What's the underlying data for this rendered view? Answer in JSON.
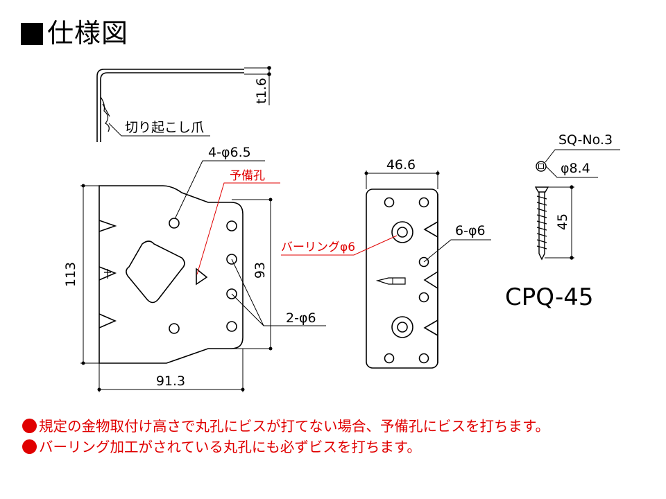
{
  "title": "仕様図",
  "side_view": {
    "thickness": "t1.6",
    "claw_label": "切り起こし爪"
  },
  "front_view": {
    "holes_label": "4-φ6.5",
    "spare_hole_label": "予備孔",
    "height_dim": "113",
    "hole_pitch_dim": "93",
    "small_holes_label": "2-φ6",
    "width_dim": "91.3"
  },
  "other_view": {
    "width_dim": "46.6",
    "burring_label": "バーリングφ6",
    "holes_label": "6-φ6"
  },
  "screw": {
    "type": "SQ-No.3",
    "head_dia": "φ8.4",
    "length": "45"
  },
  "product_code": "CPQ-45",
  "notes": [
    "規定の金物取付け高さで丸孔にビスが打てない場合、予備孔にビスを打ちます。",
    "バーリング加工がされている丸孔にも必ずビスを打ちます。"
  ],
  "colors": {
    "accent": "#e00000",
    "ink": "#000000"
  }
}
